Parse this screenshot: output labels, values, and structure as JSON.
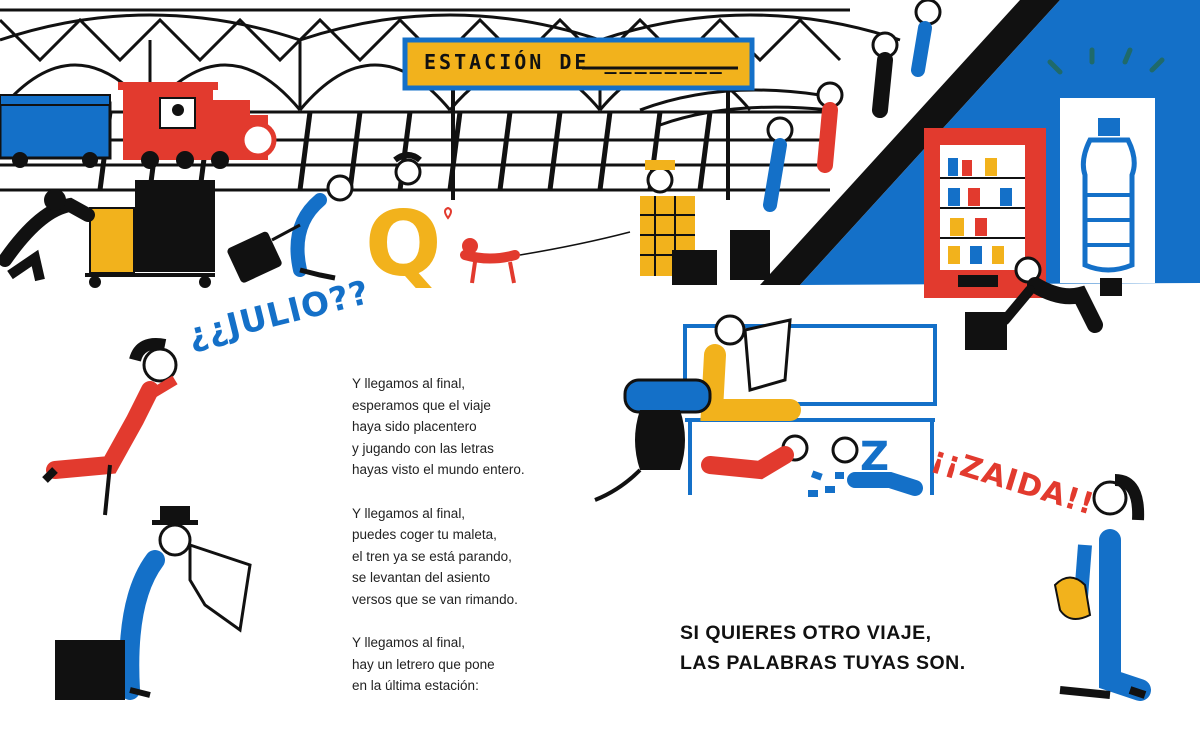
{
  "station_sign": {
    "text": "ESTACIÓN DE ________"
  },
  "shouts": {
    "julio": "¿¿JULIO??",
    "zaida": "¡¡ZAIDA!!"
  },
  "poem": {
    "stanzas": [
      [
        "Y llegamos al final,",
        "esperamos que el viaje",
        "haya sido placentero",
        "y jugando con las letras",
        "hayas visto el mundo entero."
      ],
      [
        "Y llegamos al final,",
        "puedes coger tu maleta,",
        "el tren ya se está parando,",
        "se levantan del asiento",
        "versos que se van rimando."
      ],
      [
        "Y llegamos al final,",
        "hay un letrero que pone",
        "en la última estación:"
      ]
    ]
  },
  "closing": {
    "line1": "SI QUIERES OTRO VIAJE,",
    "line2": "LAS PALABRAS TUYAS SON."
  },
  "colors": {
    "blue": "#1470c8",
    "red": "#e23a2e",
    "yellow": "#f2b21c",
    "black": "#111111",
    "cream": "#ffffff"
  },
  "icons": [
    "train-icon",
    "vending-machine-icon",
    "water-bottle-icon",
    "escalator-icon",
    "bench-icon",
    "suitcase-icon",
    "dog-icon",
    "heart-icon",
    "cat-icon",
    "newspaper-icon"
  ]
}
